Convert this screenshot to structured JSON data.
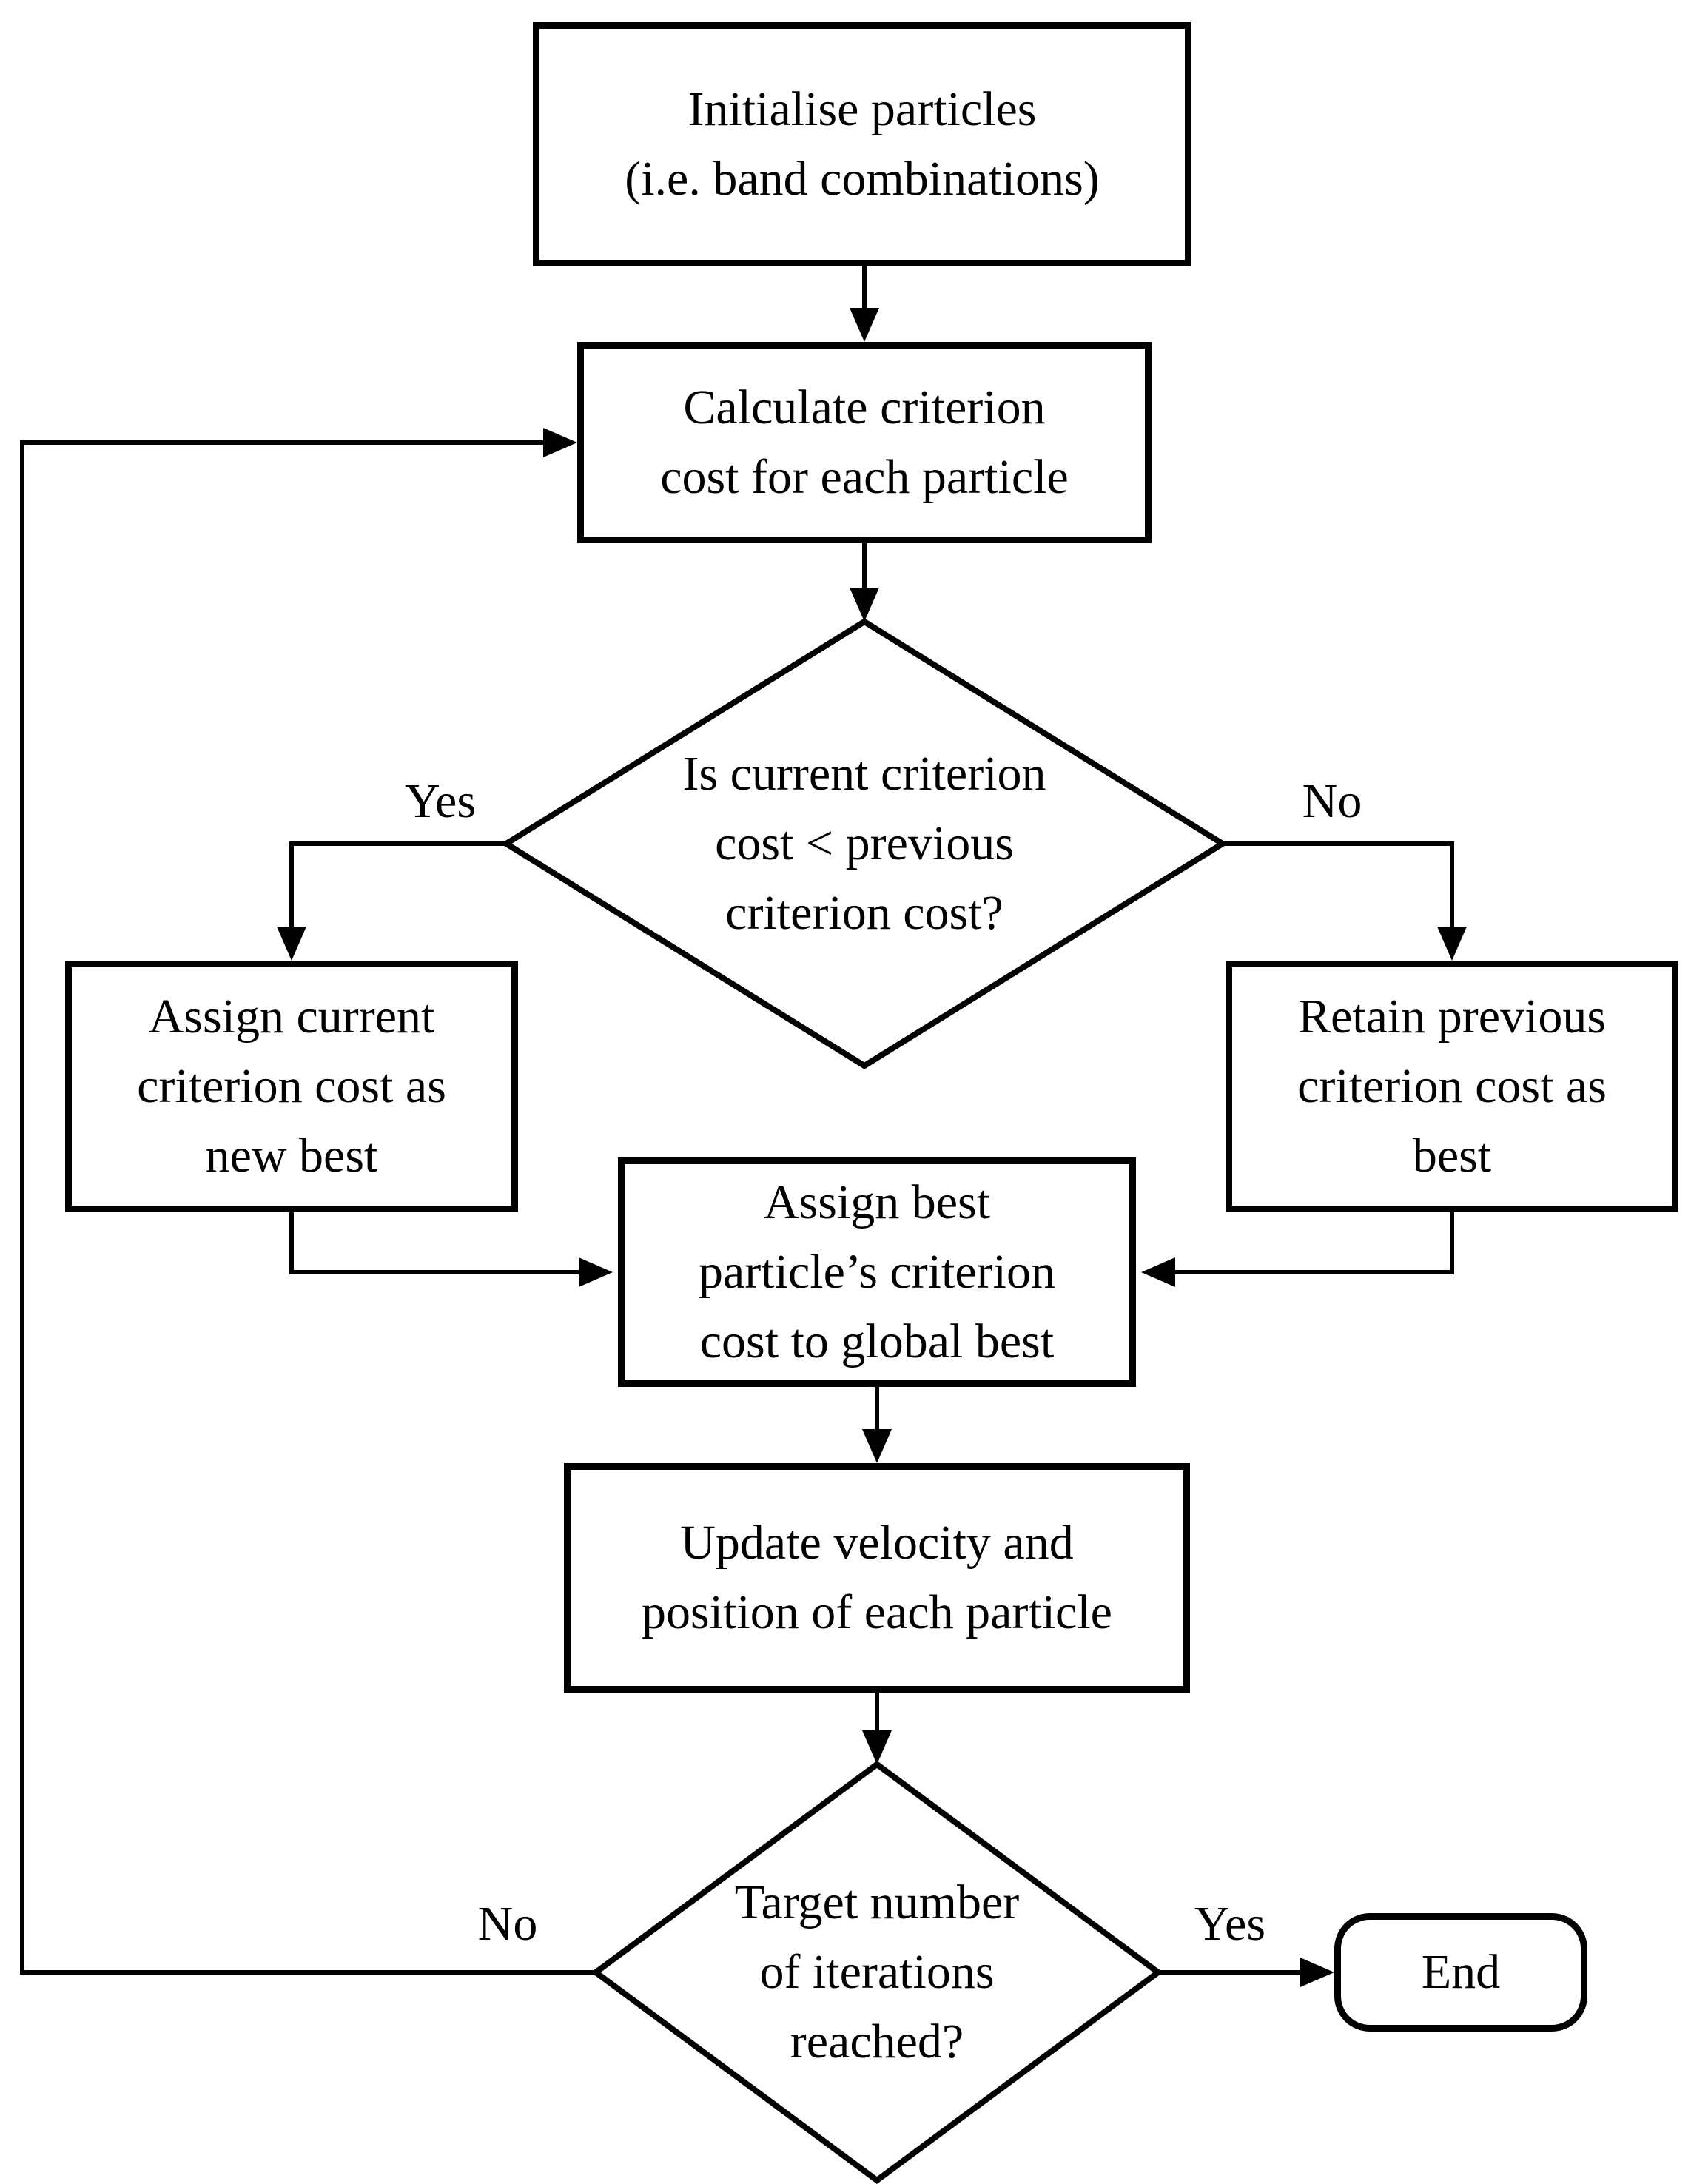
{
  "flowchart": {
    "colors": {
      "stroke": "#000000",
      "background": "#ffffff"
    },
    "nodes": {
      "init": {
        "type": "process",
        "label": "Initialise particles\n(i.e. band combinations)"
      },
      "calc": {
        "type": "process",
        "label": "Calculate criterion\ncost for each particle"
      },
      "decision_cost": {
        "type": "decision",
        "label": "Is current criterion\ncost < previous\ncriterion cost?"
      },
      "assign_current": {
        "type": "process",
        "label": "Assign current\ncriterion cost as\nnew best"
      },
      "retain_previous": {
        "type": "process",
        "label": "Retain previous\ncriterion cost as\nbest"
      },
      "assign_global": {
        "type": "process",
        "label": "Assign best\nparticle’s criterion\ncost to global best"
      },
      "update": {
        "type": "process",
        "label": "Update velocity and\nposition of each particle"
      },
      "decision_iter": {
        "type": "decision",
        "label": "Target number\nof iterations\nreached?"
      },
      "end": {
        "type": "terminator",
        "label": "End"
      }
    },
    "edge_labels": {
      "yes_cost": "Yes",
      "no_cost": "No",
      "no_iter": "No",
      "yes_iter": "Yes"
    }
  }
}
